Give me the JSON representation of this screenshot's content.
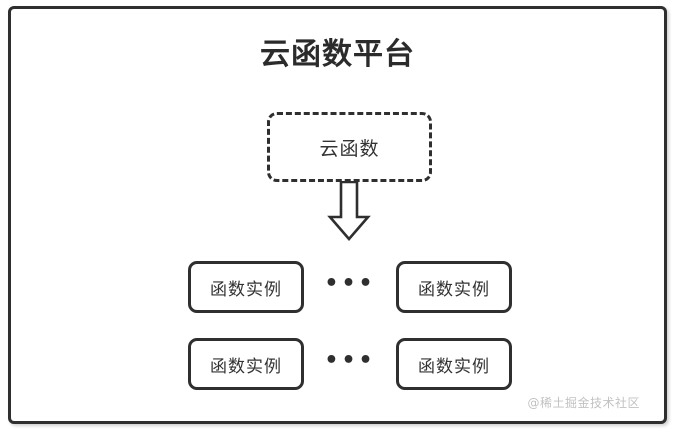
{
  "diagram": {
    "title": "云函数平台",
    "cloud_function": {
      "label": "云函数",
      "border_style": "dashed"
    },
    "arrow": {
      "icon_name": "down-block-arrow",
      "direction": "down"
    },
    "rows": [
      {
        "left_instance": "函数实例",
        "ellipsis": "•••",
        "right_instance": "函数实例"
      },
      {
        "left_instance": "函数实例",
        "ellipsis": "•••",
        "right_instance": "函数实例"
      }
    ],
    "watermark": "@稀土掘金技术社区",
    "colors": {
      "stroke": "#2f2f2f",
      "text": "#333333",
      "title": "#2b2b2b",
      "background": "#ffffff",
      "watermark": "#c2c2c2"
    }
  }
}
